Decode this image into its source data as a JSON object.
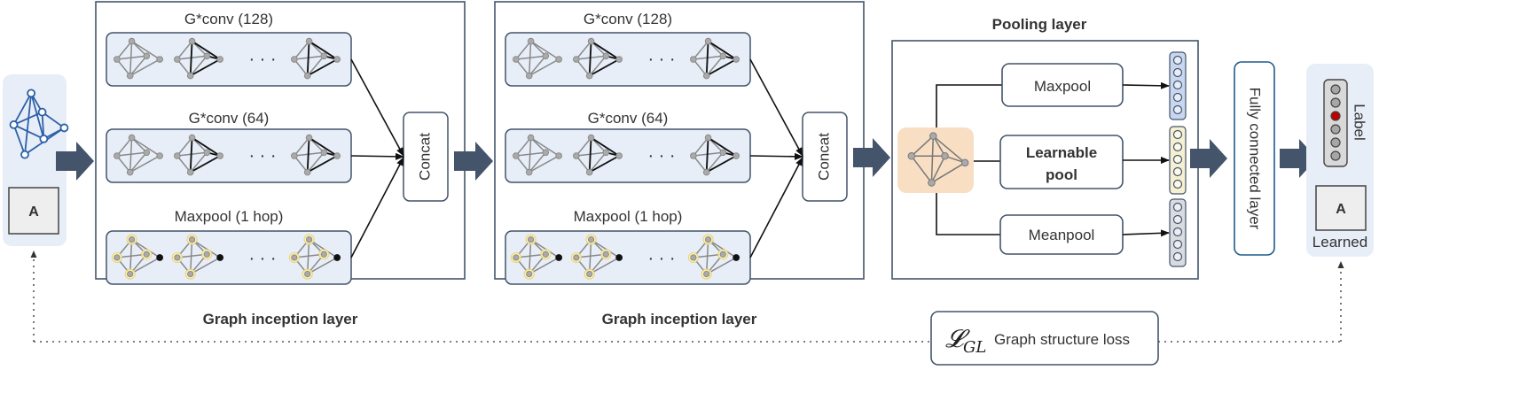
{
  "input": {
    "matrix_label": "A"
  },
  "inception_layers": [
    {
      "caption": "Graph inception layer",
      "rows": [
        {
          "title": "G*conv (128)",
          "dots": "· · ·"
        },
        {
          "title": "G*conv (64)",
          "dots": "· · ·"
        },
        {
          "title": "Maxpool (1 hop)",
          "dots": "· · ·"
        }
      ],
      "concat_label": "Concat"
    },
    {
      "caption": "Graph inception layer",
      "rows": [
        {
          "title": "G*conv (128)",
          "dots": "· · ·"
        },
        {
          "title": "G*conv (64)",
          "dots": "· · ·"
        },
        {
          "title": "Maxpool (1 hop)",
          "dots": "· · ·"
        }
      ],
      "concat_label": "Concat"
    }
  ],
  "pooling": {
    "title": "Pooling layer",
    "ops": [
      {
        "label": "Maxpool",
        "bold": false,
        "vector_color": "#c9d6f0"
      },
      {
        "label_line1": "Learnable",
        "label_line2": "pool",
        "bold": true,
        "vector_color": "#f6f0d2"
      },
      {
        "label": "Meanpool",
        "bold": false,
        "vector_color": "#d8dbe0"
      }
    ]
  },
  "fc_layer": {
    "label": "Fully connected layer"
  },
  "output": {
    "label_caption": "Label",
    "matrix_label": "A",
    "learned_caption": "Learned"
  },
  "loss": {
    "symbol": "𝓛",
    "subscript": "GL",
    "text": "Graph structure loss"
  },
  "colors": {
    "panel_blue": "#e8eef8",
    "graph_blue": "#2b5fa8",
    "arrow_dark": "#44546a",
    "pool_graph_bg": "#f8dfc4",
    "label_red": "#c00000",
    "fc_border": "#1f5c8a"
  }
}
